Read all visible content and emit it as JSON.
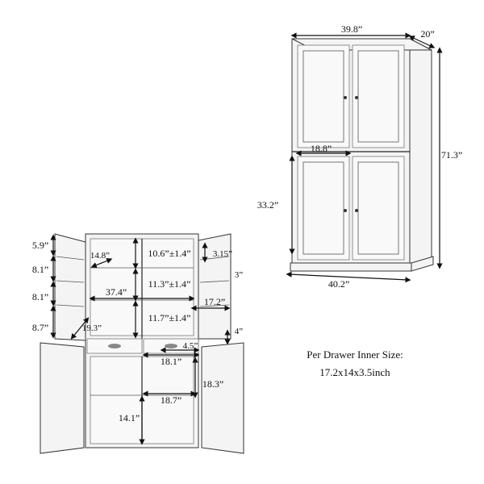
{
  "dimensions": {
    "width_top": "39.8”",
    "depth_top": "20”",
    "height_total": "71.3”",
    "upper_inner_width": "18.8”",
    "lower_height": "33.2”",
    "base_width": "40.2”",
    "shelf_59": "5.9”",
    "shelf_81a": "8.1”",
    "shelf_81b": "8.1”",
    "shelf_87": "8.7”",
    "door_148": "14.8”",
    "gap_106": "10.6”±1.4”",
    "gap_315": "3.15”",
    "gap_113": "11.3”±1.4”",
    "gap_3": "3”",
    "width_374": "37.4”",
    "width_172": "17.2”",
    "depth_193": "19.3”",
    "gap_117": "11.7”±1.4”",
    "gap_4": "4”",
    "handle_45": "4.5”",
    "drawer_181": "18.1”",
    "lower_183": "18.3”",
    "lower_187": "18.7”",
    "lower_141": "14.1”"
  },
  "note": {
    "line1": "Per Drawer Inner Size:",
    "line2": "17.2x14x3.5inch"
  }
}
